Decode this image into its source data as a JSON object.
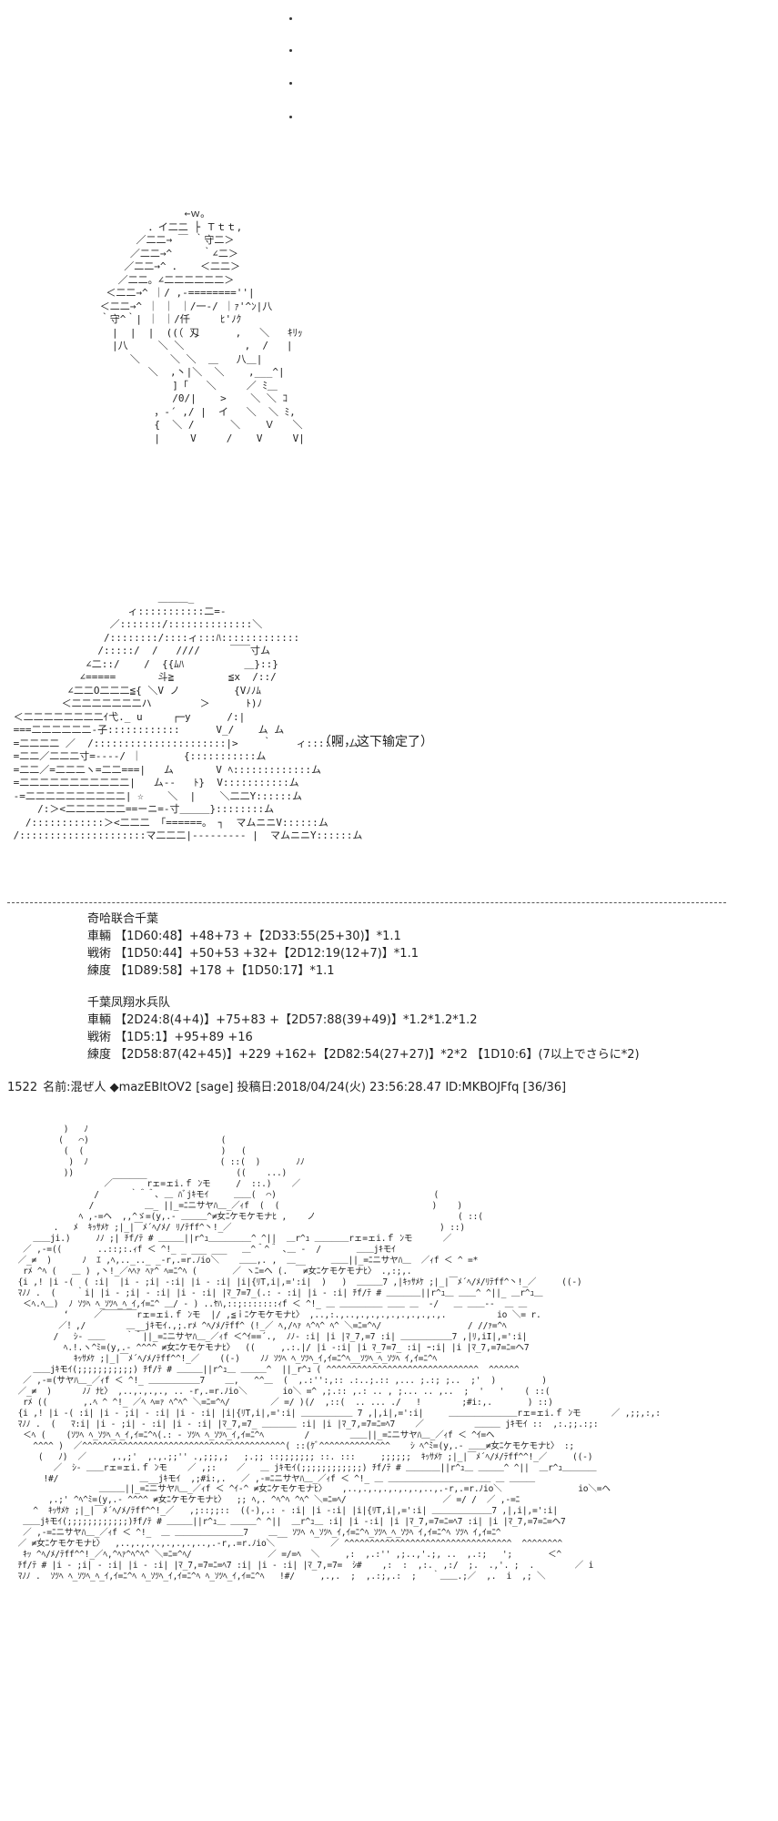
{
  "art_upper": "                    ←ｗ。\n              ．イ二二 ├ Ｔｔｔ,\n            ／二二→ ￣ ｀守二＞\n           ／二二→^     ｀∠二＞\n          ／二二→^ ．   ＜二二＞\n         ／二二。∠二二二二二二＞\n       ＜二二→^ ｜/ ,-========''|\n      ＜二二→^ ｜ ｜ ｜/一‐/ ｜ｧ'^ﾝ|八\n      ｀守^｀| ｜ ｜/仟     ﾋ'ﾉｸ\n        |  |  |  ((（ 刄      ,   ＼   ｷﾘｯ\n        |八     ＼ ＼          ,  /   |\n           ＼     ＼ ＼  ＿   八＿|\n              ＼  ,丶|＼  ＼    ,___^|\n                  ]「   ＼     ／ ﾐ＿\n                  /0/|    >    ＼ ＼ ｺ\n               ，-´ ,/ |  イ   ＼  ＼ ﾐ,\n               {  ＼ /      ＼    Ｖ   ＼\n               |     V     /    V     V|",
  "art_middle": "                         ＿＿＿_\n                    ィ:::::::::::二=-\n                 ／:::::::/::::::::::::::＼\n                /::::::::/::::ィ:::ﾊ:::::::::::::\n               /:::::/  /   ////     ￣￣寸ム\n             ∠二::/    /  {{ﾑﾊ          ＿}::}\n            ∠=====       斗≧         ≦x  /::/\n          ∠二二O二二二≦{ ＼V ノ         {Vﾉﾉﾑ\n         ＜二二二二二二二ハ        ＞      ﾄ)ﾉ\n ＜二二二二二二二二ｲ弋._ u     ┌─y      /:|\n ===二二二二二二-子::::::::::::      V_/    ム ム\n =二二二二 ／  /::::::::::::::::::::::|>    ｀    ィ:::::: ム\n =二二／二二二寸=-‐‐‐/ ｜       {:::::::::::ム\n =二二／=二二二ヽ=二二===|   ム       V ﾍ:::::::::::::ム\n =二二二二二二二二二二二|   ム‐‐   ﾄ}  V:::::::::::ム\n -=二二二二二二二二二二| ☆    ＼  |    ＼二二Y::::::ム\n     /:＞<二二二二二二==ーニ=‐寸＿＿＿}::::::::ム\n   /::::::::::::＞<二二二 「======。 ┐  マムニニV::::::ム\n /:::::::::::::::::::::マ二二二|--------- |  マムニニY::::::ム",
  "dialogue": "（啊，这下输定了）",
  "stats": {
    "units": [
      {
        "name": "奇哈联合千葉",
        "lines": [
          "車輛 【1D60:48】+48+73 +【2D33:55(25+30)】*1.1",
          "戦術 【1D50:44】+50+53 +32+【2D12:19(12+7)】*1.1",
          "練度 【1D89:58】+178 +【1D50:17】*1.1"
        ]
      },
      {
        "name": "千葉凤翔水兵队",
        "lines": [
          "車輛 【2D24:8(4+4)】+75+83 +【2D57:88(39+49)】*1.2*1.2*1.2",
          "戦術 【1D5:1】+95+89 +16",
          "練度 【2D58:87(42+45)】+229 +162+【2D82:54(27+27)】*2*2 【1D10:6】(7以上でさらに*2)"
        ]
      }
    ]
  },
  "post_header": {
    "number": "1522",
    "name_label": "名前:",
    "name": "混ぜ人",
    "trip": "◆mazEBltOV2",
    "mail": "[sage]",
    "date_label": "投稿日:",
    "date": "2018/04/24(火) 23:56:28.47",
    "id": "ID:MKBOJFfq",
    "count": "[36/36]"
  },
  "art_lower": "          )   ﾉ\n         (   ⌒)                          (\n          (  (                           )   (\n           )  ﾉ                          ( ::(  )       ﾉﾉ\n          ))                                ((    ...)\n                  ／￣￣￣￣rェ=ェi.ｆ ﾝモ     /  ::.)    ／\n                /      ｀＾＾､ ＿ ﾊﾞjｷモｲ     ＿＿(  ⌒)                               (\n               /          ＿_ ||_=ﾆニサヤﾊ＿_／ｨf  (  (                              )    )\n             ﾍ ,-=ヘ  ,,^ゞ=(y,.- ＿＿＿^≠女ﾆケモケモナﾋ ,    ノ                            ( ::(\n        .   ﾒ  ｷｯｻﾒｹ ;|_|￣ﾒ´ﾍ/ﾒ/ ﾘ/ﾃff^丶!_／                                         ) ::)\n    ＿＿ji.)     ﾉﾉ ;| ﾁf/ﾃ # ＿＿＿||r^ｭ＿＿＿＿＿^ ^||  ＿r^ｭ ＿＿＿＿rェ=ェi.ｆ ﾝモ      ／\n  ／ ,-=((       ..::;:.ｨf ＜ ^!_ _ ___ ___   ＿^＾^＾ ､＿ -  /       ＿＿jｷモｲ\n ／_≠  )      ﾉ  ｴ ,ﾍ,.._.._ _-r,.=r.ﾉio＼    ＿＿,. ,  ＿__     ＿＿||_=ﾆニサヤﾊ＿  ／ｨf ＜ ^ =*\n  rﾒ ^ﾍ (   ＿ ) ,丶!_／ﾍﾍｧ ﾍｧ^ ﾍ=ﾆ^ﾍ (       ／ ヽﾆ=ヘ (.   ≠女ﾆケモケモナﾋ〉 .,:;,.\n {i ,! |i -(  ( :i|  |i - ;i| -:i| |i - :i| |i|{ﾘT,i|,=':i|  )   )  ＿＿＿7 ,|ｷｯｻﾒｹ ;|_|￣ﾒ´ﾍ/ﾒ/ﾘﾃff^丶!_／     ((-)\n ﾏﾉﾉ .  (    ｀i| |i - ;i| - :i| |i - :i| |ﾏ_7=7_(.: - :i| |i - :i| ﾁf/ﾃ # ＿＿＿＿||r^ｭ＿ ＿＿^ ^||_ ＿r^ｭ＿\n  ＜ﾍ.ﾍ＿)  ﾉ ｿﾂﾍ ﾍ_ｿﾂﾍ_ﾍ_ｲ,ｲ=ﾆ^ ＿/ - ) ..ﾔﾊ,::;:::::::ｨf ＜ ^!_ ＿ ＿＿＿＿＿ ＿＿ ＿  -/   ＿ ＿＿--  ＿ ＿\n          ‘     ／￣￣￣￣rェ=ェi.ｆ ﾝモ  |/ ,≦ｉﾆケモケモナﾋ〉 ,..,:.,..,.,.,.,.,.,.,.,.,.          io ＼= r.\n         ／！,/        ＿__jｷモｲ.,;.rﾒ ^ﾍ/ﾒ/ﾃff^ (!_／ ﾍ,/ﾍｧ ﾍ^ﾍ^ ﾍ^ ＼=ﾆ=^ﾍ/                 / //ｧ=^ﾍ\n        /   ｼ‐ ＿＿    ｀＾||_=ﾆニサヤﾊ＿_／ｨf ＜^ｲ==´.,  ﾉﾉ- :i| |i |ﾏ_7,=7 :i| ＿＿＿＿＿＿7 ,|ﾘ,iI|,=':i|\n          ﾍ.!.ヽ^ﾐ=(y,.- ^^^^ ≠女ﾆケモケモナﾋ〉  ((     ,.:.|/ |i -:i| |i ﾏ_7=7_ :i| ｰ:i| |i |ﾏ_7,=7=ﾆ=ヘ7\n            ｷｯｻﾒｹ ;|_|￣ﾒ´ﾍ/ﾒ/ﾃff^^!_／    ((-)    ﾉﾉ ｿﾂﾍ ﾍ_ｿﾂﾍ_ｲ,ｲ=ﾆ^ﾍ__ｿﾂﾍ_ﾍ_ｿﾂﾍ ｲ,ｲ=ﾆ^ﾍ\n    ＿＿jｷモｲ(;;;;;;;;;;;) ﾁf/ﾃ # ＿＿＿||r^ｭ＿ ＿＿＿^  ||_r^ｭ ( ^^^^^^^^^^^^^^^^^^^^^^^^^^^^^^  ^^^^^^\n  ／ ,-=(サヤﾊ＿_／ｨf ＜ ^!_ ＿＿＿＿＿＿7    ＿,   ^^＿  (  ,.:'':,:: .:..;.:: ,... ;.:; ;..  ;'  )         )\n ／_≠  )      ﾉﾉ ﾅﾋ〉 ,..,.,.,., .. -r,.=r.ﾉio＼       io＼ =^ ,;.:: ,.: .. , ;... .. ,..  ;  '   '    ( ::(\n  rﾒ ((       ,.ﾍ ^ ^!_ ／ﾍ ﾍ=ｧ ﾍ^ﾍ^ ＼=ﾆ=^ﾍ/        ／ =/ )(/  ,::(  .. ... ./   !        ;#i:,.       ) ::)\n {i ,! |i -( :i| |i - ;i| - :i| |i - :i| |i|{ﾘT,i|,=':i| ＿＿＿＿＿＿ 7 ,|,i|,=':i|     ＿＿＿＿＿＿＿＿rェ=ェi.ｆ ﾝモ      ／ ,;;,:,:\n ﾏﾉﾉ .  (   ﾏ:i| |i - ;i| - :i| |i - :i| |ﾏ_7,=7_ ＿＿＿＿ :i| |i |ﾏ_7,=7=ﾆ=ﾍ7    ／          ＿＿＿ jｷモｲ ::  ,:.;;.:;:\n  ＜ﾍ (    (ｿﾂﾍ ﾍ_ｿﾂﾍ_ﾍ_ｲ,ｲ=ﾆ^ﾍ(.: - ｿﾂﾍ ﾍ_ｿﾂﾍ_ｲ,ｲ=ﾆ^ﾍ        /        ＿＿||_=ﾆニサヤﾊ＿_／ｨf ＜ ^ｲ=ヘ\n    ^^^^ )  ／^^^^^^^^^^^^^^^^^^^^^^^^^^^^^^^^^^^^^^^^( ::(ｹﾞ^^^^^^^^^^^^^^    ｼ ﾍ^ﾐ=(y,.- ＿＿≠女ﾆケモケモナﾋ〉 :;\n     (   ﾉ)  ／     ,.,;'  ,.,.;;'' .,;;;,;   ;.;; ::;;;;;;; ::. :::     ;;;;;;  ｷｯｻﾒｹ ;|_|￣ﾒ´ﾍ/ﾒ/ﾃff^^!_／     ((-)\n        ／  ｼ‐ ＿＿rェ=ェi.ｆ ﾝモ    ／ ,;:    ／   ＿ jｷモｲ(;;;;;;;;;;;;) ﾁf/ﾃ # ＿＿＿＿||r^ｭ＿ ＿＿＿^ ^||  ＿r^ｭ＿＿＿＿\n      !#/                ＿__jｷモｲ  ,;#i:,.   ／ ,-=ﾆニサヤﾊ＿_／ｨf ＜ ^!_ ＿ ＿＿＿＿＿＿＿＿＿＿＿＿ ＿ ＿＿＿\n                 ＿＿＿||_=ﾆニサヤﾊ＿_／ｨf ＜ ^ｲ-^ ≠女ﾆケモケモナﾋ〉   ,..,.,.,.,.,.,.,..,.-r,.=r.ﾉio＼               io＼=ヘ\n       ,.;' ^ﾍ^ﾐ=(y,.- ^^^^ ≠女ﾆケモケモナﾋ〉  ;; ﾍ,. ^ﾍ^ﾍ ^ﾍ^ ＼=ﾆ=ﾍ/                   ／ =/ /  ／ ,-=ﾆ\n    ^  ｷｯｻﾒｹ ;|_|￣ﾒ´ﾍ/ﾒ/ﾃff^^!_／   ,;::;;::  ((-),.: - :i| |i -:i| |i|{ﾘT,i|,=':i| ＿＿＿＿＿＿＿7 ,|,i|,=':i|\n  ＿＿jｷモｲ(;;;;;;;;;;;;)ﾁf/ﾃ # ＿＿＿||r^ｭ＿ ＿＿＿^ ^||  ＿r^ｭ＿ :i| |i -:i| |i |ﾏ_7,=7=ﾆ=ﾍ7 :i| |i |ﾏ_7,=7=ﾆ=ヘ7\n  ／ ,-=ﾆニサヤﾊ＿_／ｨf ＜ ^!_  ＿ ＿＿＿＿＿＿＿＿7    ＿__ ｿﾂﾍ ﾍ_ｿﾂﾍ_ｲ,ｲ=ﾆ^ﾍ_ｿﾂﾍ_ﾍ_ｿﾂﾍ ｲ,ｲ=ﾆ^ﾍ ｿﾂﾍ ｲ,ｲ=ﾆ^\n ／ ≠女ﾆケモケモナﾋ〉  ,..,.,.,.,.,.,.,..,.-r,.=r.ﾉio＼           ／ ^^^^^^^^^^^^^^^^^^^^^^^^^^^^^^^^^  ^^^^^^^^\n  ｷｯ ^ﾍ/ﾒ/ﾃff^^!_／ﾍ,^ﾍｧ^ﾍ^ﾍ^ ＼=ﾆ=^ﾍ/               ／ =/=ﾍ  ＼     ,:  ,.:'' ,;..,'.;, ..  ,.:;   ';       ＜^\n ﾁf/ﾃ # |i - ;i| - :i| |i - :i| |ﾏ_7,=7=ﾆ=ﾍ7 :i| |i - :i| |ﾏ_7,=7=  ｼ#    ,:  :  ,:.  ,:/  ;.  .,'. ;  .        ／ i\n ﾏﾉﾉ .  ｿﾂﾍ ﾍ_ｿﾂﾍ_ﾍ_ｲ,ｲ=ﾆ^ﾍ ﾍ_ｿﾂﾍ_ｲ,ｲ=ﾆ^ﾍ ﾍ_ｿﾂﾍ_ｲ,ｲ=ﾆ^ﾍ   !#/     ,.,.  ;  ,.:;,.:  ;   ｀＿＿.;／  ,.  i  ,; ＼"
}
